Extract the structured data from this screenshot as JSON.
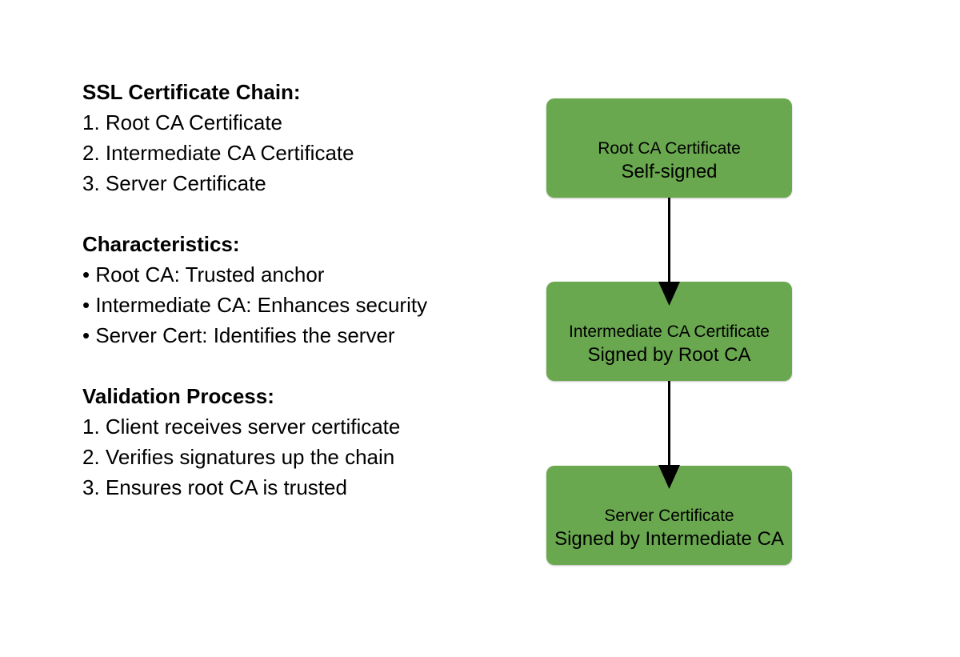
{
  "canvas": {
    "background": "#ffffff",
    "text_color": "#000000"
  },
  "left_panel": {
    "sections": [
      {
        "heading": "SSL Certificate Chain:",
        "items": [
          "1. Root CA Certificate",
          "2. Intermediate CA Certificate",
          "3. Server Certificate"
        ]
      },
      {
        "heading": "Characteristics:",
        "items": [
          "• Root CA: Trusted anchor",
          "• Intermediate CA: Enhances security",
          "• Server Cert: Identifies the server"
        ]
      },
      {
        "heading": "Validation Process:",
        "items": [
          "1. Client receives server certificate",
          "2. Verifies signatures up the chain",
          "3. Ensures root CA is trusted"
        ]
      }
    ]
  },
  "diagram": {
    "box_color": "#6aa84f",
    "arrow_color": "#000000",
    "nodes": [
      {
        "title": "Root CA Certificate",
        "subtitle": "Self-signed"
      },
      {
        "title": "Intermediate CA Certificate",
        "subtitle": "Signed by Root CA"
      },
      {
        "title": "Server Certificate",
        "subtitle": "Signed by Intermediate CA"
      }
    ]
  }
}
